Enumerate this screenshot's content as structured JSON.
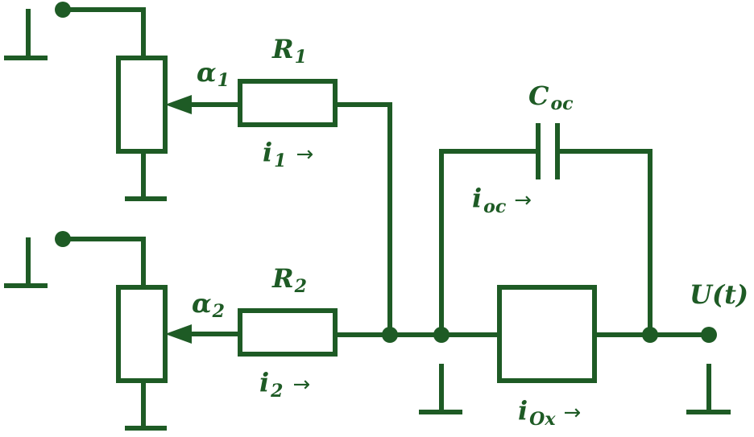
{
  "colors": {
    "stroke": "#1e5b25",
    "background": "#ffffff"
  },
  "labels": {
    "R1": {
      "main": "R",
      "sub": "1"
    },
    "R2": {
      "main": "R",
      "sub": "2"
    },
    "alpha1": {
      "main": "α",
      "sub": "1"
    },
    "alpha2": {
      "main": "α",
      "sub": "2"
    },
    "Coc": {
      "main": "C",
      "sub": "oc"
    },
    "i1": {
      "main": "i",
      "sub": "1",
      "arrow": "→"
    },
    "i2": {
      "main": "i",
      "sub": "2",
      "arrow": "→"
    },
    "ioc": {
      "main": "i",
      "sub": "oc",
      "arrow": "→"
    },
    "iOx": {
      "main": "i",
      "sub": "Ox",
      "arrow": "→"
    },
    "output": "U(t)"
  }
}
